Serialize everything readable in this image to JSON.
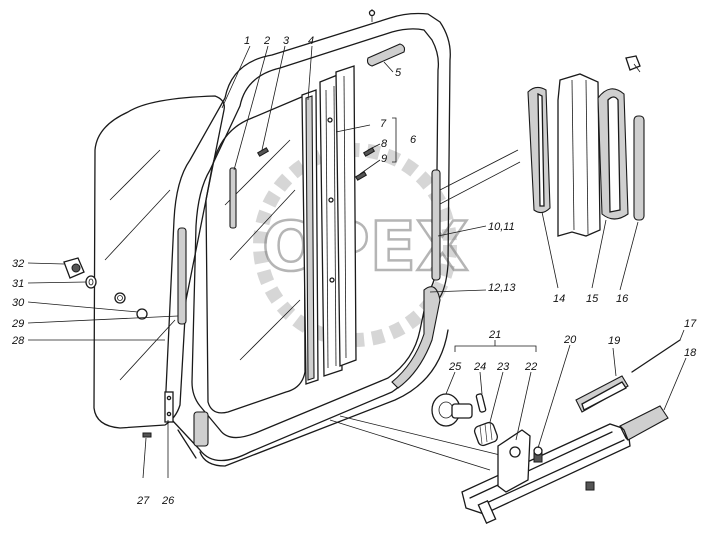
{
  "watermark": {
    "text": "OPEX"
  },
  "labels": [
    "1",
    "2",
    "3",
    "4",
    "5",
    "6",
    "7",
    "8",
    "9",
    "10,11",
    "12,13",
    "14",
    "15",
    "16",
    "17",
    "18",
    "19",
    "20",
    "21",
    "22",
    "23",
    "24",
    "25",
    "26",
    "27",
    "28",
    "29",
    "30",
    "31",
    "32"
  ],
  "colors": {
    "ink": "#1a1a1a",
    "paper": "#ffffff",
    "watermark": "#7a7a7a"
  }
}
